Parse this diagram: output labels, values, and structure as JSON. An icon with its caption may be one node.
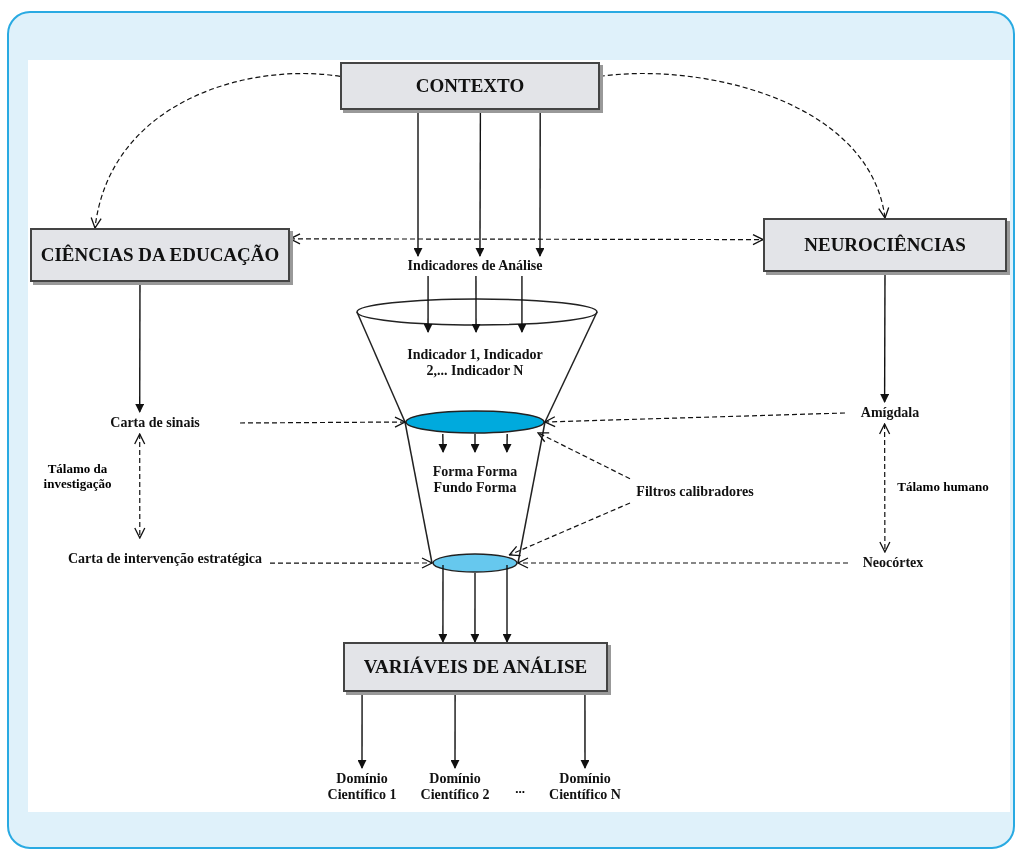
{
  "diagram": {
    "nodes": [
      {
        "text": [
          "CONTEXTO"
        ]
      },
      {
        "text": [
          "CIÊNCIAS DA EDUCAÇÃO"
        ]
      },
      {
        "text": [
          "NEUROCIÊNCIAS"
        ]
      },
      {
        "text": [
          "Indicadores de Análise"
        ]
      },
      {
        "text": [
          "Indicador 1, Indicador 2,... Indicador N"
        ]
      },
      {
        "text": [],
        "shape": "ellipse"
      },
      {
        "text": [
          "Forma Forma Fundo Forma"
        ]
      },
      {
        "text": [],
        "shape": "ellipse"
      },
      {
        "text": [
          "VARIÁVEIS DE ANÁLISE"
        ]
      },
      {
        "text": [
          "Carta de sinais"
        ]
      },
      {
        "text": [
          "Carta de intervenção estratégica"
        ]
      },
      {
        "text": [
          "Amígdala"
        ]
      },
      {
        "text": [
          "Neocórtex"
        ]
      },
      {
        "text": [
          "Filtros calibradores"
        ]
      },
      {
        "text": [
          "Domínio Científico 1"
        ]
      },
      {
        "text": [
          "Domínio Científico 2"
        ]
      },
      {
        "text": [
          "Domínio Científico N"
        ]
      }
    ],
    "edges": [
      {
        "from": 0,
        "to": 1,
        "arrow": "to",
        "style": "dashed"
      },
      {
        "from": 0,
        "to": 2,
        "arrow": "to",
        "style": "dashed"
      },
      {
        "from": 1,
        "to": 2,
        "arrow": "both",
        "style": "dashed"
      },
      {
        "from": 0,
        "to": 3,
        "arrow": "to"
      },
      {
        "from": 0,
        "to": 3,
        "arrow": "to"
      },
      {
        "from": 0,
        "to": 3,
        "arrow": "to"
      },
      {
        "from": 3,
        "to": 4,
        "arrow": "to"
      },
      {
        "from": 3,
        "to": 4,
        "arrow": "to"
      },
      {
        "from": 3,
        "to": 4,
        "arrow": "to"
      },
      {
        "from": 1,
        "to": 9,
        "arrow": "to"
      },
      {
        "from": 2,
        "to": 11,
        "arrow": "to"
      },
      {
        "from": 9,
        "to": 5,
        "arrow": "to",
        "style": "dashed"
      },
      {
        "from": 11,
        "to": 5,
        "arrow": "to",
        "style": "dashed"
      },
      {
        "from": 9,
        "to": 10,
        "arrow": "both",
        "style": "dashed",
        "label": "Tálamo da investigação"
      },
      {
        "from": 11,
        "to": 12,
        "arrow": "both",
        "style": "dashed",
        "label": "Tálamo humano"
      },
      {
        "from": 10,
        "to": 7,
        "arrow": "to",
        "style": "dashed"
      },
      {
        "from": 12,
        "to": 7,
        "arrow": "to",
        "style": "dashed"
      },
      {
        "from": 13,
        "to": 5,
        "arrow": "to",
        "style": "dashed"
      },
      {
        "from": 13,
        "to": 7,
        "arrow": "to",
        "style": "dashed"
      },
      {
        "from": 5,
        "to": 6,
        "arrow": "to"
      },
      {
        "from": 5,
        "to": 6,
        "arrow": "to"
      },
      {
        "from": 5,
        "to": 6,
        "arrow": "to"
      },
      {
        "from": 7,
        "to": 8,
        "arrow": "to"
      },
      {
        "from": 7,
        "to": 8,
        "arrow": "to"
      },
      {
        "from": 7,
        "to": 8,
        "arrow": "to"
      },
      {
        "from": 8,
        "to": 14,
        "arrow": "to"
      },
      {
        "from": 8,
        "to": 15,
        "arrow": "to"
      },
      {
        "from": 8,
        "to": 16,
        "arrow": "to"
      }
    ],
    "labels": [
      "..."
    ]
  }
}
